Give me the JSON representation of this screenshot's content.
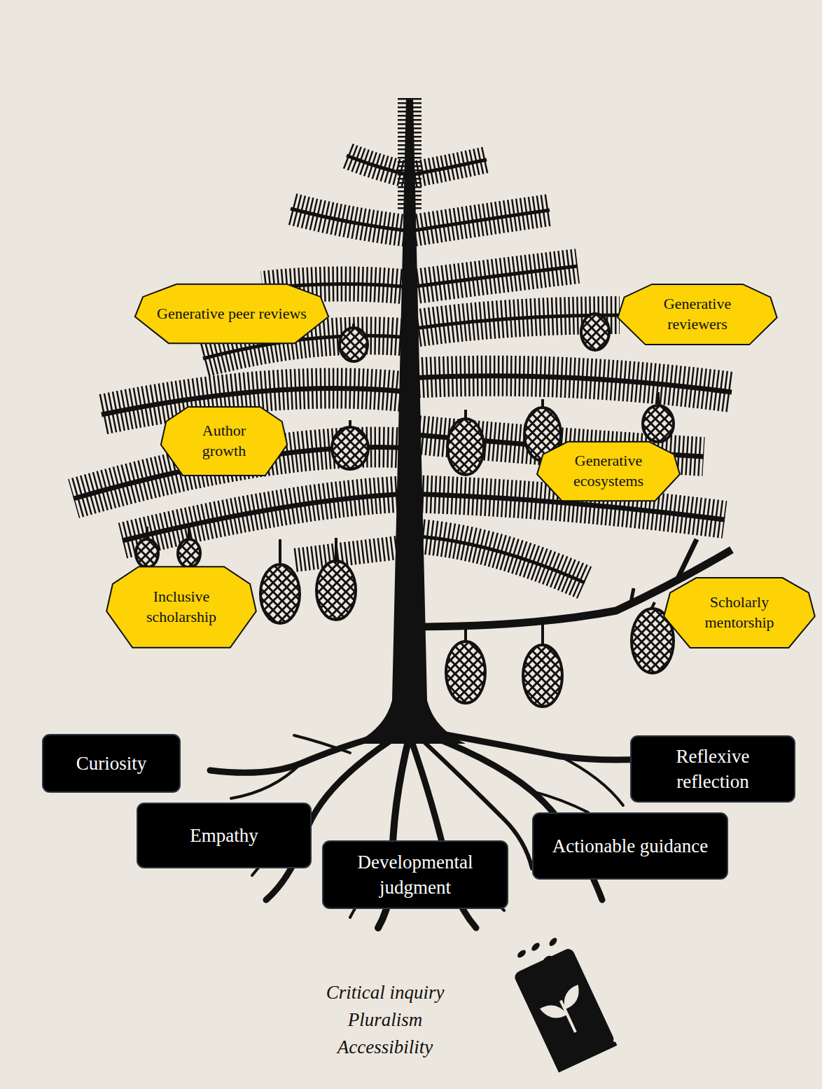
{
  "diagram": {
    "nodes": [
      {
        "text": [
          "Generative peer reviews"
        ]
      },
      {
        "text": [
          "Generative reviewers"
        ]
      },
      {
        "text": [
          "Author growth"
        ]
      },
      {
        "text": [
          "Generative ecosystems"
        ]
      },
      {
        "text": [
          "Inclusive scholarship"
        ]
      },
      {
        "text": [
          "Scholarly mentorship"
        ]
      },
      {
        "text": [
          "Curiosity"
        ]
      },
      {
        "text": [
          "Reflexive reflection"
        ]
      },
      {
        "text": [
          "Empathy"
        ]
      },
      {
        "text": [
          "Actionable guidance"
        ]
      },
      {
        "text": [
          "Developmental judgment"
        ]
      }
    ],
    "labels": [
      "Critical inquiry",
      "Pluralism",
      "Accessibility"
    ]
  }
}
